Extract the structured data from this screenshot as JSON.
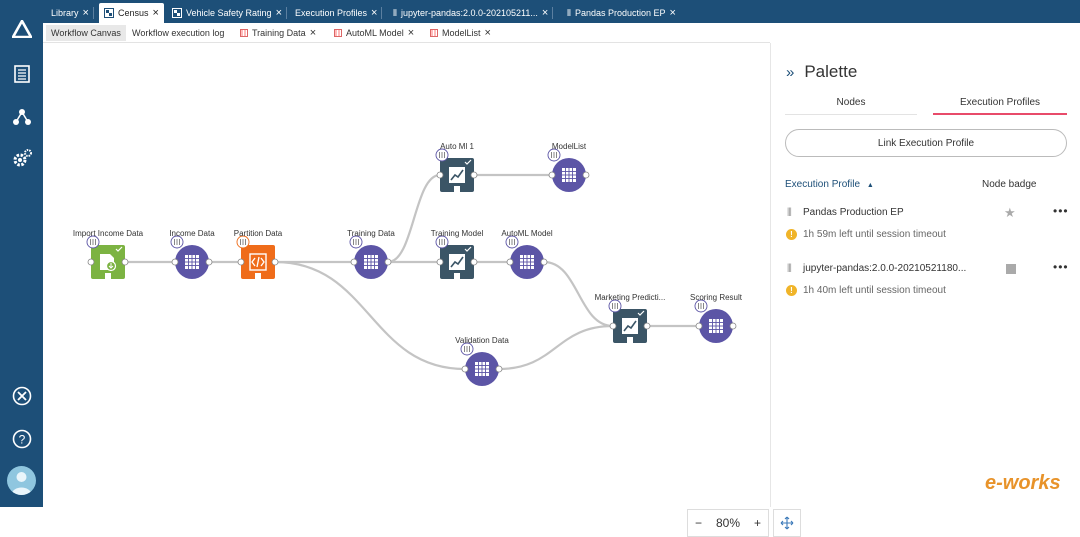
{
  "top_tabs": [
    {
      "label": "Library"
    },
    {
      "label": "Census"
    },
    {
      "label": "Vehicle Safety Rating"
    },
    {
      "label": "Execution Profiles"
    },
    {
      "label": "jupyter-pandas:2.0.0-202105211..."
    },
    {
      "label": "Pandas Production EP"
    }
  ],
  "sub_tabs": [
    {
      "label": "Workflow Canvas"
    },
    {
      "label": "Workflow execution log"
    },
    {
      "label": "Training Data"
    },
    {
      "label": "AutoML Model"
    },
    {
      "label": "ModelList"
    }
  ],
  "nodes": [
    {
      "label": "Import Income Data",
      "color": "#7cb342"
    },
    {
      "label": "Income Data",
      "color": "#5c55a6"
    },
    {
      "label": "Partition Data",
      "color": "#ef6c1a"
    },
    {
      "label": "Training Data",
      "color": "#5c55a6"
    },
    {
      "label": "Auto Ml 1",
      "color": "#3b5566"
    },
    {
      "label": "ModelList",
      "color": "#5c55a6"
    },
    {
      "label": "Training Model",
      "color": "#3b5566"
    },
    {
      "label": "AutoML Model",
      "color": "#5c55a6"
    },
    {
      "label": "Validation Data",
      "color": "#5c55a6"
    },
    {
      "label": "Marketing Predicti...",
      "color": "#3b5566"
    },
    {
      "label": "Scoring Result",
      "color": "#5c55a6"
    }
  ],
  "zoom": {
    "minus": "−",
    "value": "80%",
    "plus": "+"
  },
  "palette": {
    "title": "Palette",
    "tabs": [
      {
        "label": "Nodes"
      },
      {
        "label": "Execution Profiles"
      }
    ],
    "link_button": "Link Execution Profile",
    "col_profile": "Execution Profile",
    "col_badge": "Node badge",
    "profiles": [
      {
        "name": "Pandas Production EP",
        "warning": "1h 59m left until session timeout"
      },
      {
        "name": "jupyter-pandas:2.0.0-20210521180...",
        "warning": "1h 40m left until session timeout"
      }
    ]
  },
  "watermark": "e-works",
  "colors": {
    "rail": "#1d4f78",
    "accent": "#e84b6a"
  }
}
